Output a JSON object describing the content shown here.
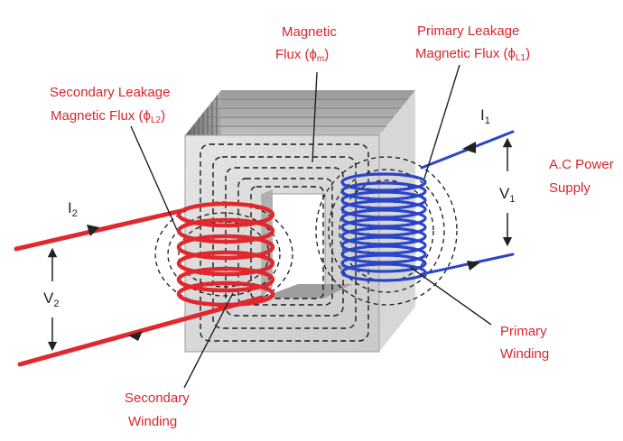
{
  "colors": {
    "label": "#d8262c",
    "secondary_wire": "#e0282e",
    "primary_wire": "#2a45c8",
    "core_light": "#d4d4d4",
    "core_dark": "#8c8c8c",
    "flux_line": "#1a1a1a"
  },
  "labels": {
    "magnetic_flux_line1": "Magnetic",
    "magnetic_flux_line2_prefix": "Flux (ϕ",
    "magnetic_flux_sub": "m",
    "magnetic_flux_suffix": ")",
    "primary_leakage_line1": "Primary Leakage",
    "primary_leakage_line2_prefix": "Magnetic Flux (ϕ",
    "primary_leakage_sub": "L1",
    "primary_leakage_suffix": ")",
    "secondary_leakage_line1": "Secondary Leakage",
    "secondary_leakage_line2_prefix": "Magnetic Flux (ϕ",
    "secondary_leakage_sub": "L2",
    "secondary_leakage_suffix": ")",
    "ac_power_line1": "A.C Power",
    "ac_power_line2": "Supply",
    "primary_winding_line1": "Primary",
    "primary_winding_line2": "Winding",
    "secondary_winding_line1": "Secondary",
    "secondary_winding_line2": "Winding"
  },
  "symbols": {
    "i1_main": "I",
    "i1_sub": "1",
    "v1_main": "V",
    "v1_sub": "1",
    "i2_main": "I",
    "i2_sub": "2",
    "v2_main": "V",
    "v2_sub": "2"
  }
}
